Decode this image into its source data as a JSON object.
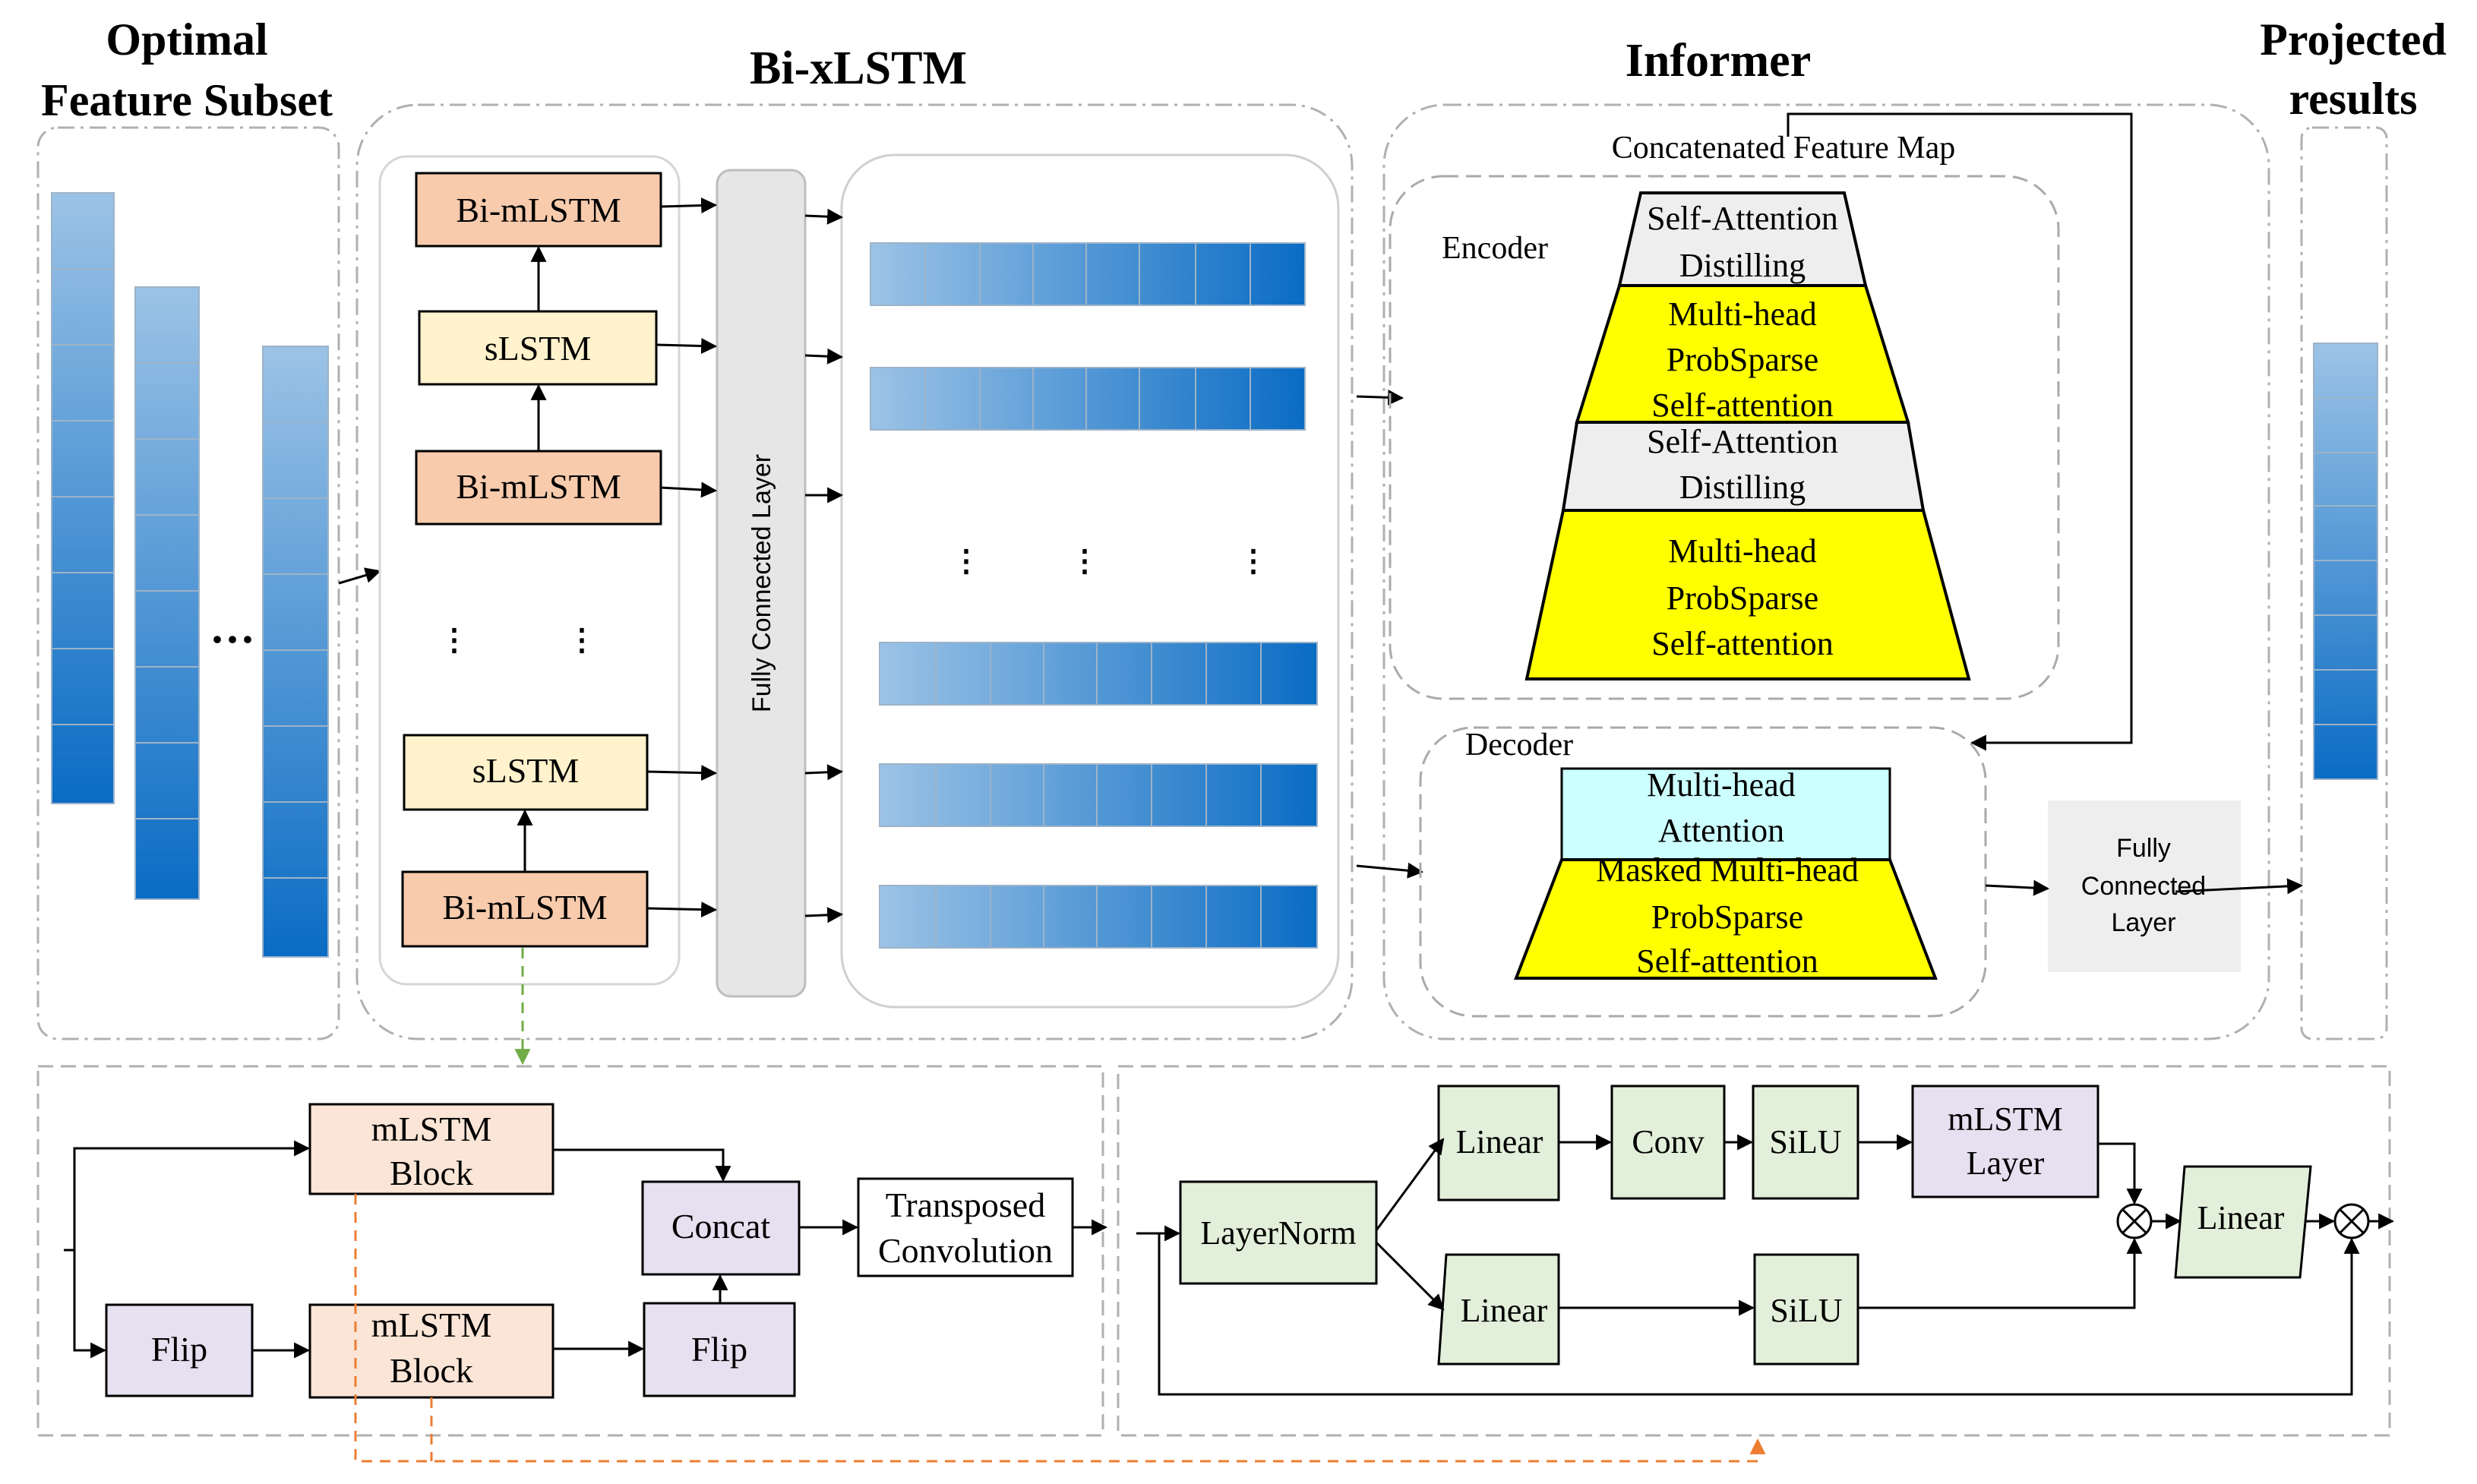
{
  "titles": {
    "feature_subset_1": "Optimal",
    "feature_subset_2": "Feature Subset",
    "bixlstm": "Bi-xLSTM",
    "informer": "Informer",
    "projected_1": "Projected",
    "projected_2": "results"
  },
  "bixlstm_stack": {
    "top_bi_mlstm": "Bi-mLSTM",
    "top_slstm": "sLSTM",
    "mid_bi_mlstm": "Bi-mLSTM",
    "low_slstm": "sLSTM",
    "bottom_bi_mlstm": "Bi-mLSTM",
    "fc_layer": "Fully Connected Layer"
  },
  "informer": {
    "concat_map": "Concatenated Feature Map",
    "encoder": "Encoder",
    "decoder": "Decoder",
    "sad1_a": "Self-Attention",
    "sad1_b": "Distilling",
    "mh1_a": "Multi-head",
    "mh1_b": "ProbSparse",
    "mh1_c": "Self-attention",
    "sad2_a": "Self-Attention",
    "sad2_b": "Distilling",
    "mh2_a": "Multi-head",
    "mh2_b": "ProbSparse",
    "mh2_c": "Self-attention",
    "dec_mha_a": "Multi-head",
    "dec_mha_b": "Attention",
    "dec_masked_a": "Masked Multi-head",
    "dec_masked_b": "ProbSparse",
    "dec_masked_c": "Self-attention",
    "fc_a": "Fully",
    "fc_b": "Connected",
    "fc_c": "Layer"
  },
  "bottom_left": {
    "mlstm_block_1a": "mLSTM",
    "mlstm_block_1b": "Block",
    "mlstm_block_2a": "mLSTM",
    "mlstm_block_2b": "Block",
    "flip_in": "Flip",
    "flip_out": "Flip",
    "concat": "Concat",
    "transposed_a": "Transposed",
    "transposed_b": "Convolution"
  },
  "bottom_right": {
    "layernorm": "LayerNorm",
    "linear_top": "Linear",
    "conv": "Conv",
    "silu_top": "SiLU",
    "mlstm_layer_a": "mLSTM",
    "mlstm_layer_b": "Layer",
    "linear_bottom": "Linear",
    "silu_bottom": "SiLU",
    "linear_out": "Linear"
  },
  "colors": {
    "orange_box": "#f8cbad",
    "cream_box": "#fff2cc",
    "purple_box": "#e6e0f0",
    "green_box": "#e2efda",
    "yellow": "#ffff00",
    "cyan": "#ccffff",
    "gray_fill": "#eeeeee",
    "blue_dark": "#0a6cc4",
    "blue_light": "#9cc3e6",
    "green_dashed": "#70ad47",
    "orange_dashed": "#ed7d31"
  }
}
